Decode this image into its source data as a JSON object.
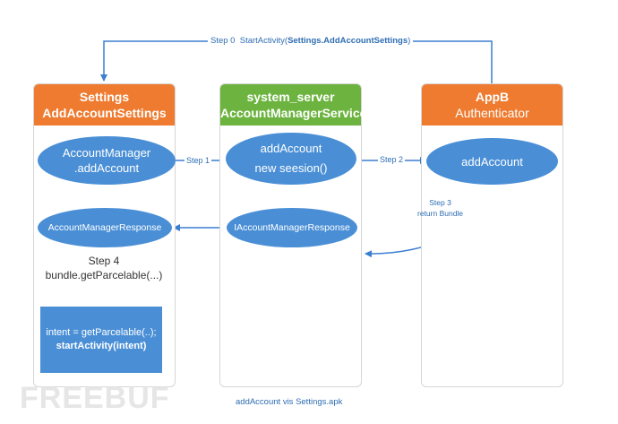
{
  "top_label": {
    "step": "Step 0",
    "call": "StartActivity(",
    "call_bold": "Settings.AddAccountSettings",
    "call_end": ")"
  },
  "columns": {
    "settings": {
      "line1": "Settings",
      "line2": "AddAccountSettings",
      "color": "#ee7b30"
    },
    "system": {
      "line1": "system_server",
      "line2": "AccountManagerService",
      "color": "#6cb33f"
    },
    "appb": {
      "line1": "AppB",
      "line2": "Authenticator",
      "color": "#ee7b30"
    }
  },
  "nodes": {
    "account_manager": {
      "line1": "AccountManager",
      "line2": ".addAccount"
    },
    "add_account_sys": {
      "line1": "addAccount",
      "line2": "new seesion()"
    },
    "add_account_appb": {
      "line1": "addAccount"
    },
    "account_manager_response": {
      "text": "AccountManagerResponse"
    },
    "iaccount_manager_response": {
      "text": "IAccountManagerResponse"
    }
  },
  "steps": {
    "step1": "Step 1",
    "step2": "Step 2",
    "step3_line1": "Step 3",
    "step3_line2": "return Bundle",
    "step4_line1": "Step 4",
    "step4_line2": "bundle.getParcelable(...)"
  },
  "intent_box": {
    "line1": "intent = getParcelable(..);",
    "line2": "startActivity(intent)"
  },
  "caption": "addAccount vis Settings.apk",
  "watermark": "FREEBUF",
  "colors": {
    "arrow": "#3b7fd0",
    "node": "#4a8fd6"
  }
}
